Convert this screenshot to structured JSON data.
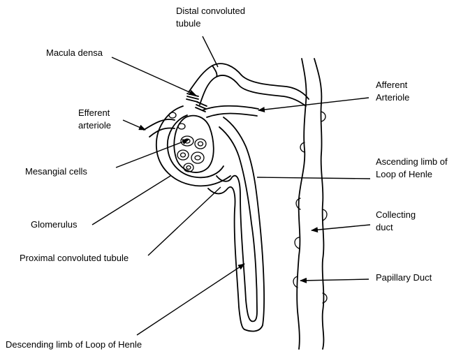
{
  "labels": {
    "distal_line1": "Distal convoluted",
    "distal_line2": "tubule",
    "macula_densa": "Macula densa",
    "efferent_line1": "Efferent",
    "efferent_line2": "arteriole",
    "mesangial": "Mesangial cells",
    "glomerulus": "Glomerulus",
    "proximal": "Proximal convoluted tubule",
    "descending": "Descending limb of Loop of Henle",
    "afferent_line1": "Afferent",
    "afferent_line2": "Arteriole",
    "ascending_line1": "Ascending limb of",
    "ascending_line2": "Loop of Henle",
    "collecting_line1": "Collecting",
    "collecting_line2": "duct",
    "papillary": "Papillary Duct"
  }
}
